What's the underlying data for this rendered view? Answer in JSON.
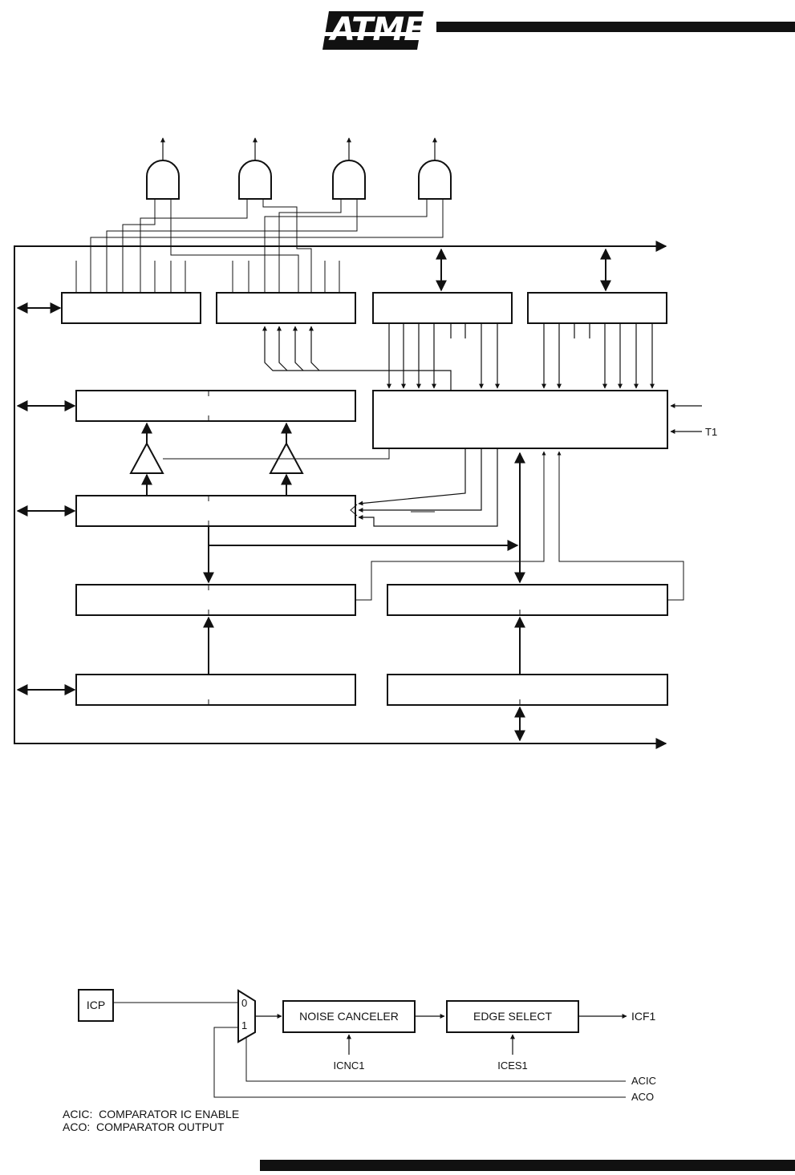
{
  "header": {
    "logo_text": "ATMEL"
  },
  "timer_diagram": {
    "input_t1": "T1"
  },
  "icp_diagram": {
    "icp_label": "ICP",
    "mux_in0": "0",
    "mux_in1": "1",
    "noise_canceler": "NOISE CANCELER",
    "edge_select": "EDGE SELECT",
    "icf1": "ICF1",
    "icnc1": "ICNC1",
    "ices1": "ICES1",
    "acic": "ACIC",
    "aco": "ACO",
    "legend_acic": "ACIC:  COMPARATOR IC ENABLE",
    "legend_aco": "ACO:  COMPARATOR OUTPUT"
  }
}
